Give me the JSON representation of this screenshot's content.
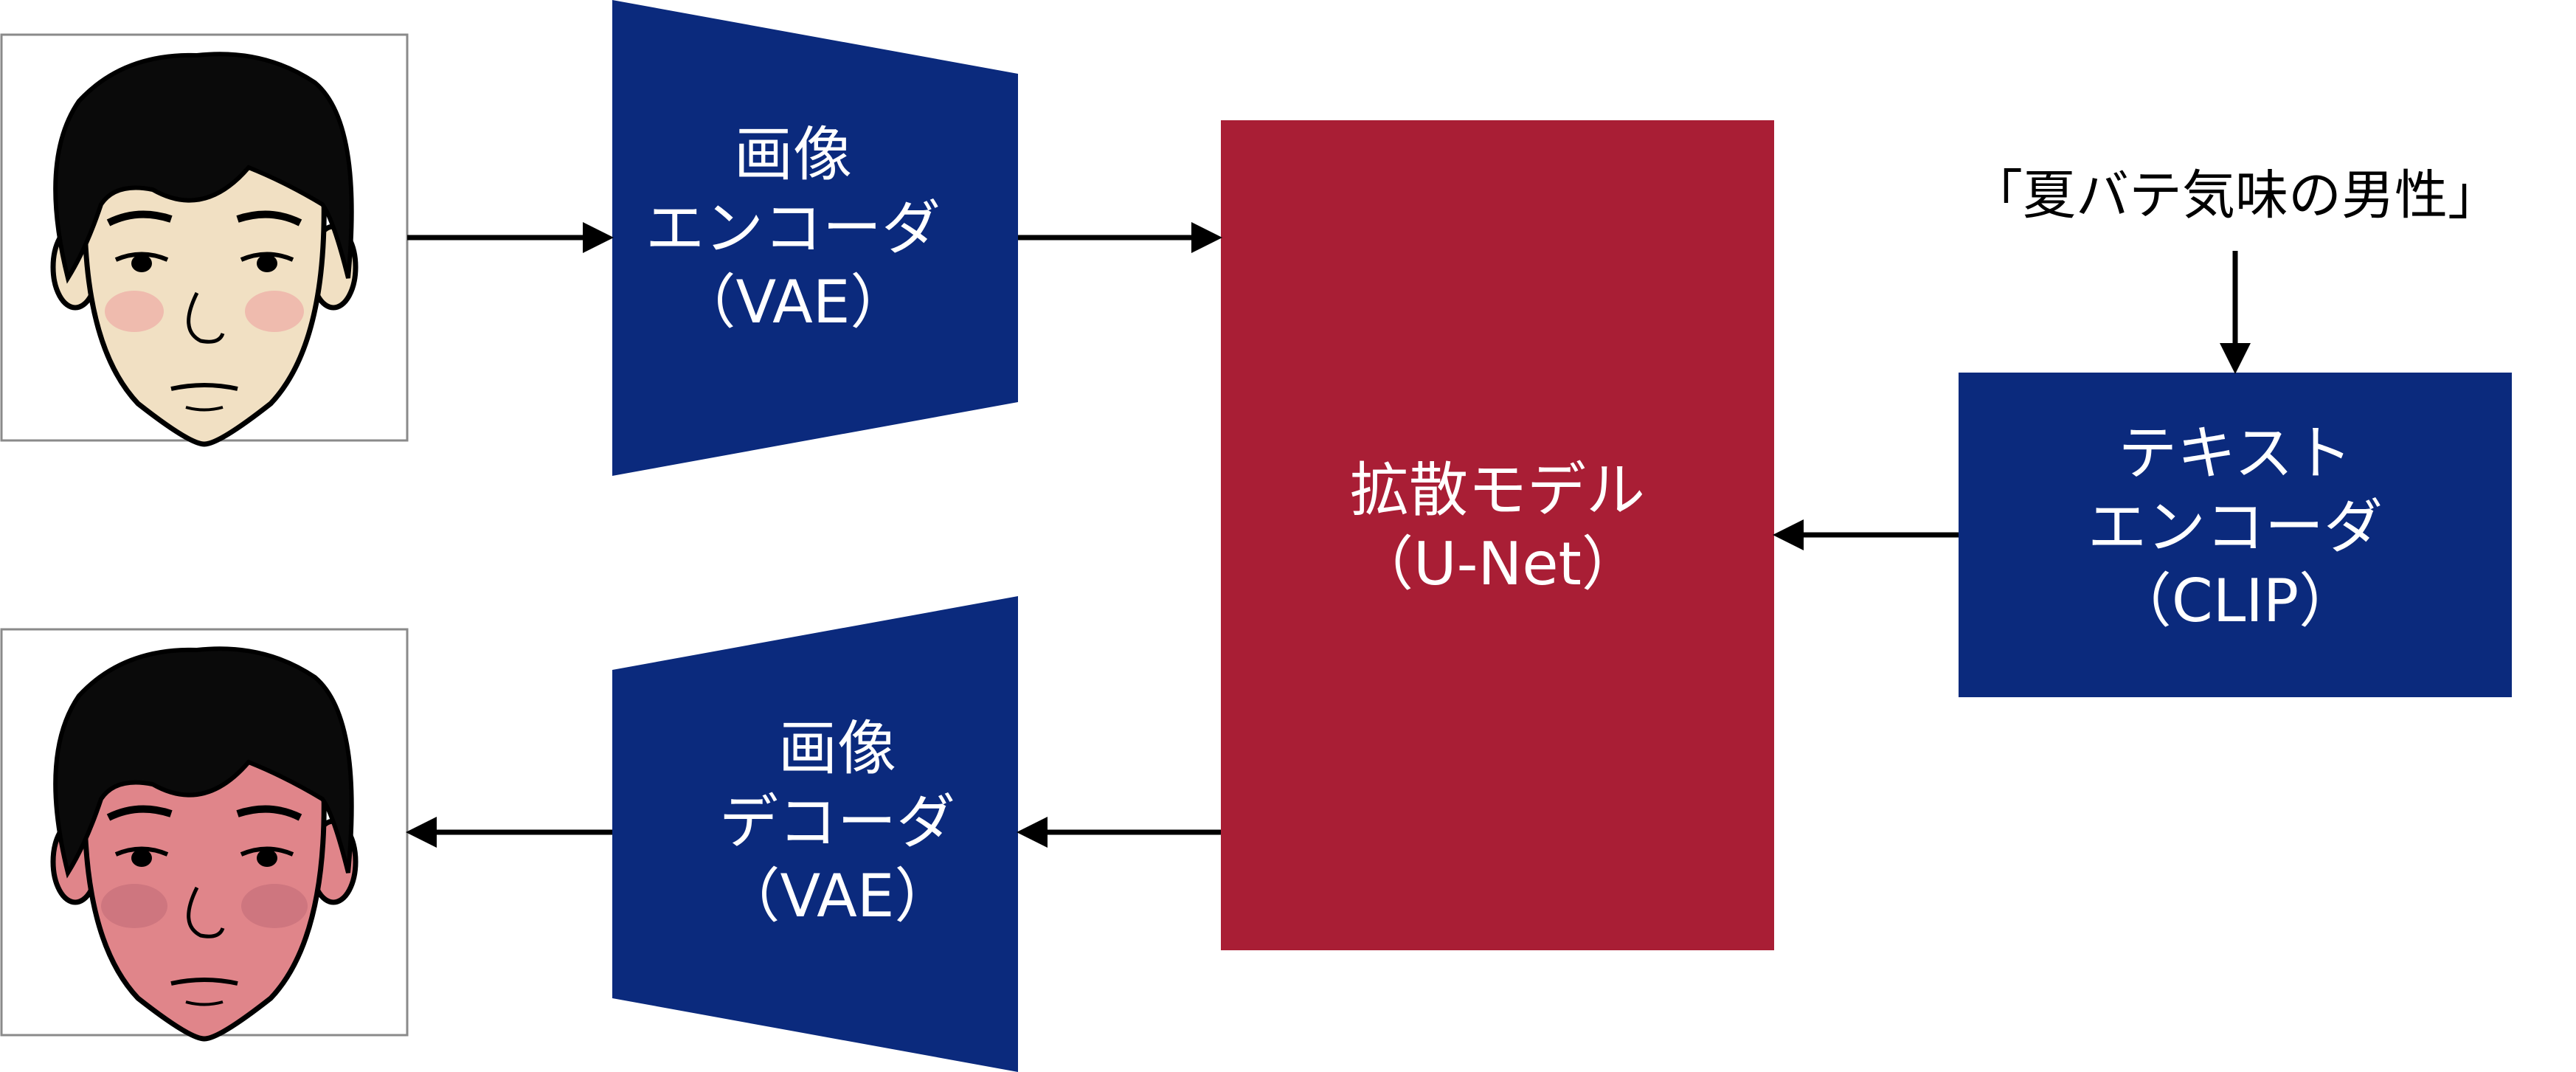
{
  "colors": {
    "encoder_blue": "#0b2a7d",
    "diffusion_red": "#a91e35",
    "skin_light": "#f1e0c3",
    "skin_red": "#e0858a",
    "hair": "#0a0a0a",
    "frame": "#8a8a8a"
  },
  "encoder": {
    "line1": "画像",
    "line2": "エンコーダ",
    "line3": "（VAE）"
  },
  "decoder": {
    "line1": "画像",
    "line2": "デコーダ",
    "line3": "（VAE）"
  },
  "diffusion": {
    "line1": "拡散モデル",
    "line2": "（U-Net）"
  },
  "text_encoder": {
    "line1": "テキスト",
    "line2": "エンコーダ",
    "line3": "（CLIP）"
  },
  "prompt": {
    "text": "「夏バテ気味の男性」"
  },
  "images": {
    "input_face": "face-normal-icon",
    "output_face": "face-flushed-icon"
  }
}
